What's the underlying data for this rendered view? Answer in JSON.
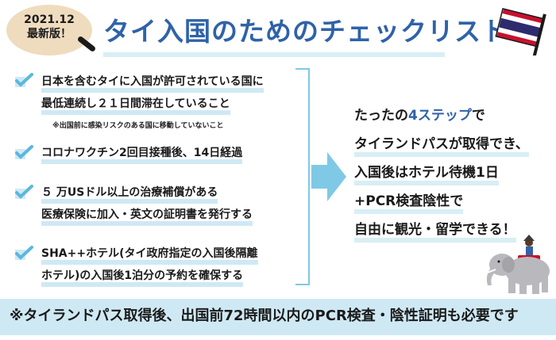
{
  "badge": {
    "line1": "2021.12",
    "line2": "最新版！"
  },
  "title": "タイ入国のためのチェックリスト",
  "checklist": [
    {
      "lines": [
        "日本を含むタイに入国が許可されている国に",
        "最低連続し２１日間滞在していること"
      ],
      "note": "※出国前に感染リスクのある国に移動していないこと"
    },
    {
      "lines": [
        "コロナワクチン2回目接種後、14日経過"
      ]
    },
    {
      "lines": [
        " ５ 万USドル以上の治療補償がある",
        "医療保険に加入・英文の証明書を発行する"
      ]
    },
    {
      "lines": [
        "SHA++ホテル(タイ政府指定の入国後隔離",
        "ホテル)の入国後1泊分の予約を確保する"
      ]
    }
  ],
  "summary": {
    "line1_pre": "たったの",
    "line1_accent": "4ステップ",
    "line1_post": "で",
    "line2": "タイランドパスが取得でき、",
    "line3": "入国後はホテル待機1日",
    "line4": "+PCR検査陰性で",
    "line5": "自由に観光・留学できる！"
  },
  "footer": "※タイランドパス取得後、出国前72時間以内のPCR検査・陰性証明も必要です",
  "colors": {
    "accent": "#2f62a8",
    "highlight": "#cfe9f4",
    "check": "#5bb7de",
    "badge": "#efdcbe"
  },
  "icons": [
    "magnifier-icon",
    "thai-flag-icon",
    "check-icon",
    "arrow-right-icon",
    "elephant-rider-illustration"
  ]
}
